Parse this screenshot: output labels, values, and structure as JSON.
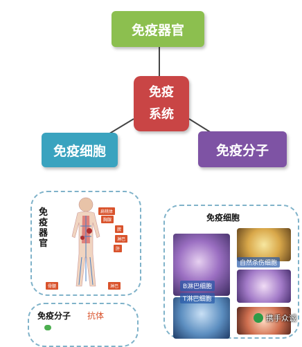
{
  "center": {
    "line1": "免疫",
    "line2": "系统"
  },
  "organ_box": "免疫器官",
  "cell_box": "免疫细胞",
  "molecule_box": "免疫分子",
  "panel_organ": {
    "title_chars": [
      "免",
      "疫",
      "器",
      "官"
    ],
    "tags": [
      "扁桃体",
      "胸腺",
      "脾",
      "淋巴",
      "肝",
      "骨髓"
    ]
  },
  "panel_cells": {
    "title": "免疫细胞",
    "captions": [
      "自然杀伤细胞",
      "B淋巴细胞",
      "T淋巴细胞"
    ]
  },
  "panel_mol": {
    "title": "免疫分子",
    "item": "抗体"
  },
  "watermark": "携手众诚",
  "colors": {
    "organ": "#8cbf4f",
    "center": "#c94545",
    "cell": "#3aa3bf",
    "molecule": "#7e53a4"
  }
}
